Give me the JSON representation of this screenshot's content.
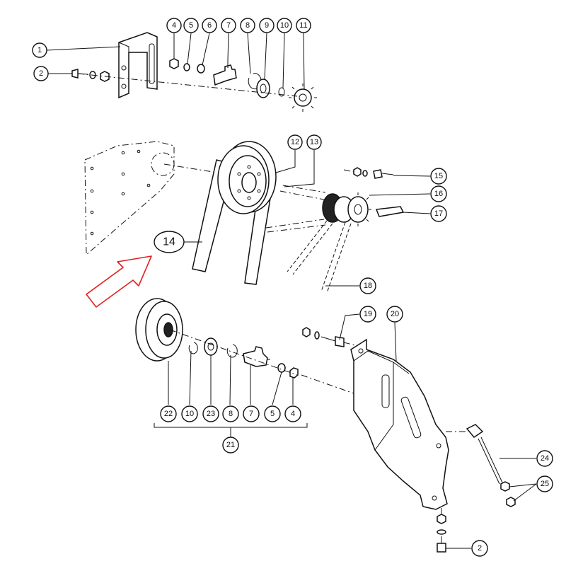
{
  "callouts": {
    "c1_top": "1",
    "c2_top": "2",
    "c4_top": "4",
    "c5_top": "5",
    "c6_top": "6",
    "c7_top": "7",
    "c8_top": "8",
    "c9_top": "9",
    "c10_top": "10",
    "c11_top": "11",
    "c12": "12",
    "c13": "13",
    "c14": "14",
    "c15": "15",
    "c16": "16",
    "c17": "17",
    "c18": "18",
    "c19": "19",
    "c20": "20",
    "c21": "21",
    "c22": "22",
    "c10_bot": "10",
    "c23": "23",
    "c8_bot": "8",
    "c7_bot": "7",
    "c5_bot": "5",
    "c4_bot": "4",
    "c24": "24",
    "c25": "25",
    "c2_bot": "2"
  },
  "colors": {
    "line": "#111111",
    "highlight_arrow": "#e02020",
    "background": "#ffffff"
  }
}
